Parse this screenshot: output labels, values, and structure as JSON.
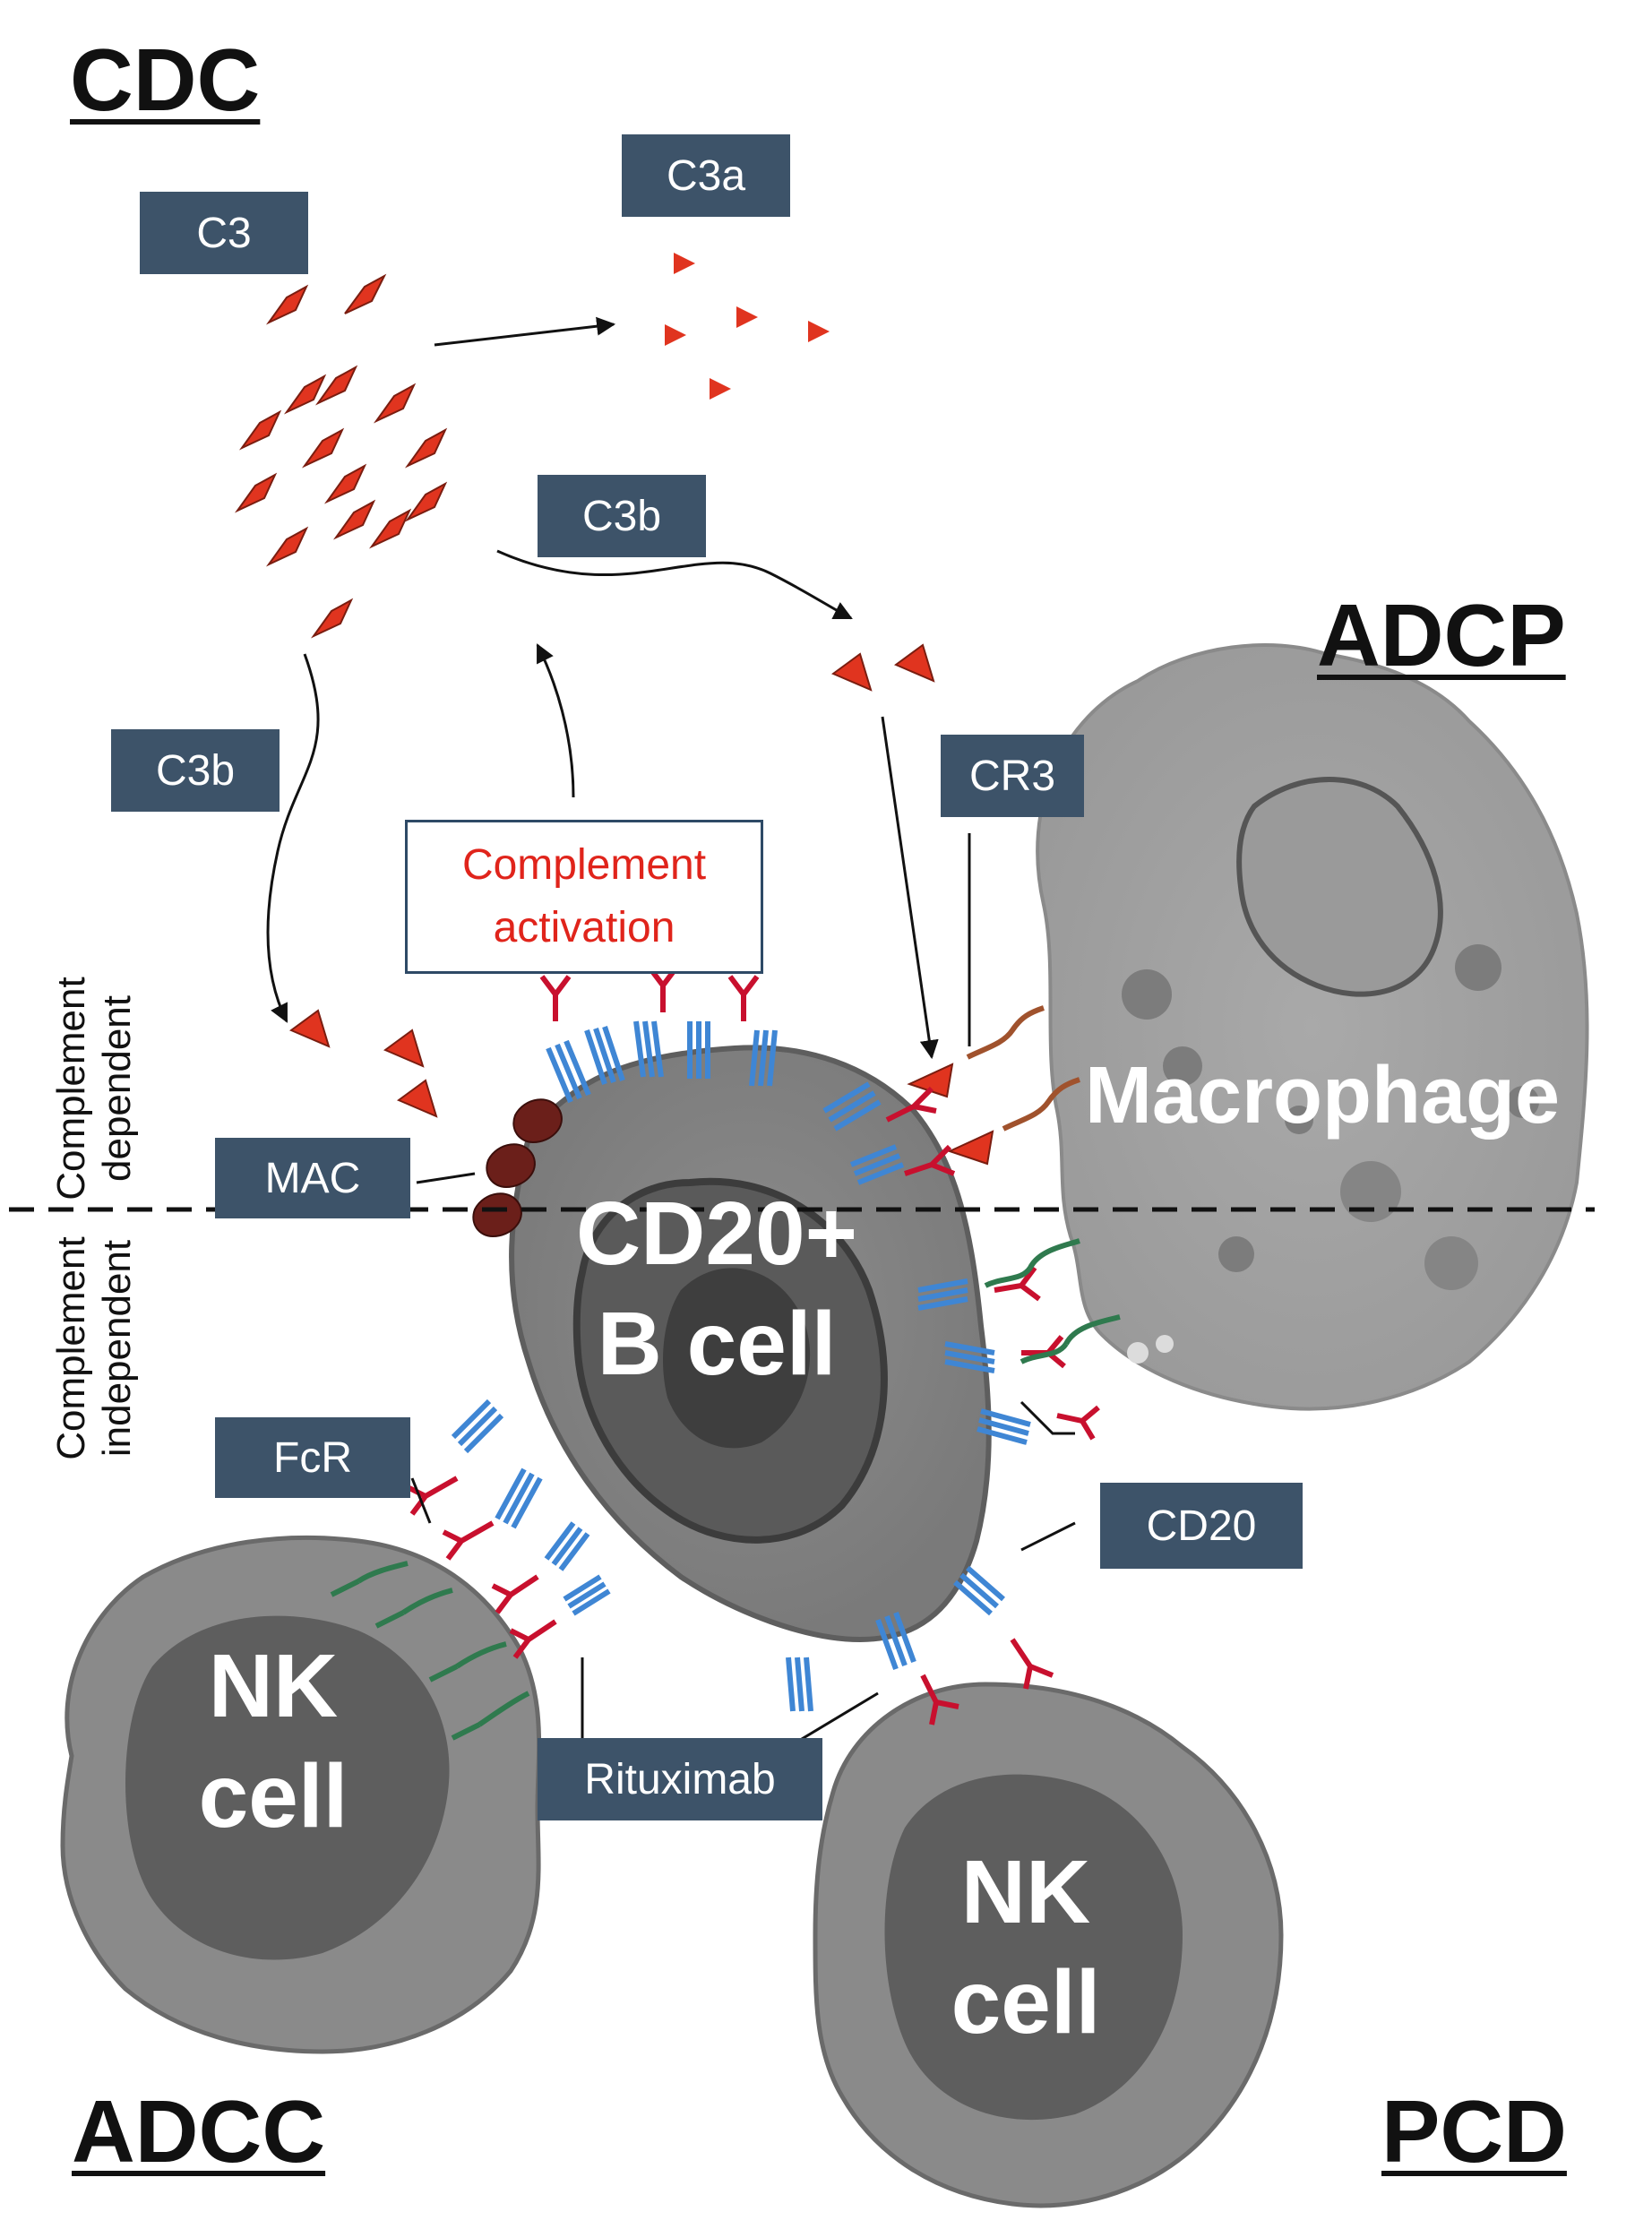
{
  "mechanisms": {
    "cdc": "CDC",
    "adcp": "ADCP",
    "adcc": "ADCC",
    "pcd": "PCD"
  },
  "labels": {
    "c3": "C3",
    "c3a": "C3a",
    "c3b_top": "C3b",
    "c3b_left": "C3b",
    "cr3": "CR3",
    "mac": "MAC",
    "fcr": "FcR",
    "cd20": "CD20",
    "rituximab": "Rituximab"
  },
  "complement_activation": {
    "line1": "Complement",
    "line2": "activation"
  },
  "cells": {
    "b_cell_line1": "CD20+",
    "b_cell_line2": "B cell",
    "macrophage": "Macrophage",
    "nk_left_line1": "NK",
    "nk_left_line2": "cell",
    "nk_right_line1": "NK",
    "nk_right_line2": "cell"
  },
  "divider": {
    "upper_line1": "Complement",
    "upper_line2": "dependent",
    "lower_line1": "Complement",
    "lower_line2": "independent"
  },
  "colors": {
    "label_box": "#3d5369",
    "complement": "#e0341f",
    "cd20": "#3f86d4",
    "antibody": "#c8102e",
    "fc_receptor": "#2f7a4e",
    "cr3": "#a0522d",
    "text_red": "#e0241b"
  }
}
